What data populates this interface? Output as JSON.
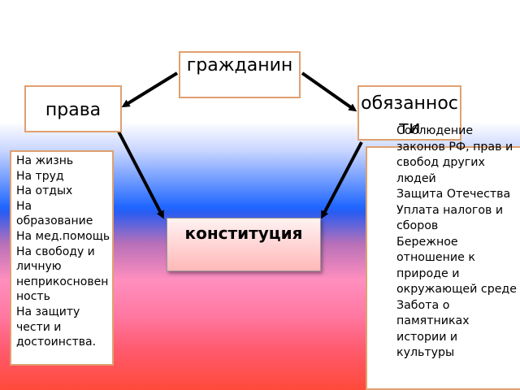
{
  "nodes": {
    "citizen": "гражданин",
    "rights": "права",
    "duties": "обязанности",
    "constitution": "конституция"
  },
  "rights_list": [
    "На жизнь",
    "На труд",
    "На отдых",
    "На образование",
    "На мед.помощь",
    "На свободу и личную неприкосновенность",
    "На защиту чести и достоинства."
  ],
  "duties_list": [
    "Соблюдение законов РФ, прав и свобод других людей",
    "Защита Отечества",
    "Уплата налогов и сборов",
    "Бережное отношение к природе и окружающей среде",
    "Забота о памятниках истории и культуры"
  ]
}
